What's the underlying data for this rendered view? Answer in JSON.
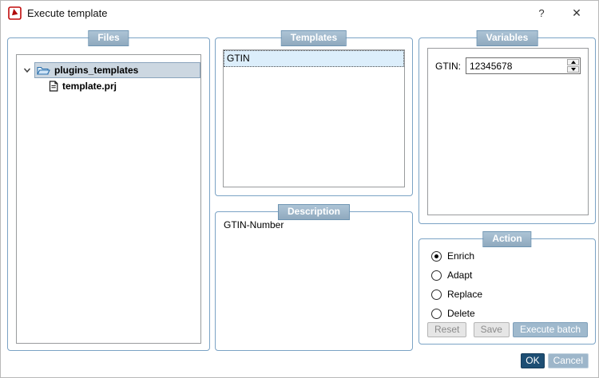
{
  "window": {
    "title": "Execute template",
    "help": "?",
    "close": "✕"
  },
  "groups": {
    "files": {
      "caption": "Files"
    },
    "templates": {
      "caption": "Templates"
    },
    "variables": {
      "caption": "Variables"
    },
    "description": {
      "caption": "Description"
    },
    "action": {
      "caption": "Action"
    }
  },
  "files": {
    "tree": {
      "root_label": "plugins_templates",
      "root_expanded": true,
      "root_selected": true,
      "child_label": "template.prj"
    }
  },
  "templates": {
    "items": [
      "GTIN"
    ],
    "selected_item": "GTIN"
  },
  "variables": {
    "fields": [
      {
        "label": "GTIN:",
        "value": "12345678"
      }
    ]
  },
  "description": {
    "text": "GTIN-Number"
  },
  "action": {
    "options": [
      "Enrich",
      "Adapt",
      "Replace",
      "Delete"
    ],
    "selected_option": "Enrich",
    "buttons": {
      "reset": "Reset",
      "save": "Save",
      "execute_batch": "Execute batch"
    },
    "disabled_buttons": [
      "Reset",
      "Save"
    ]
  },
  "footer": {
    "ok": "OK",
    "cancel": "Cancel"
  },
  "colors": {
    "group_border": "#7ba3c5",
    "caption_bg_top": "#adc4d6",
    "caption_bg_bottom": "#8fa9be",
    "caption_border": "#6e94b2",
    "caption_text": "#ffffff",
    "tree_selection_bg": "#ccd7e1",
    "tree_selection_border": "#8aa4bc",
    "list_selection_bg": "#dceefb",
    "ok_button_bg": "#1d4e74",
    "cancel_button_bg": "#9db6ca",
    "execute_batch_bg": "#9fb9cd",
    "app_icon_red": "#c00b0b"
  }
}
